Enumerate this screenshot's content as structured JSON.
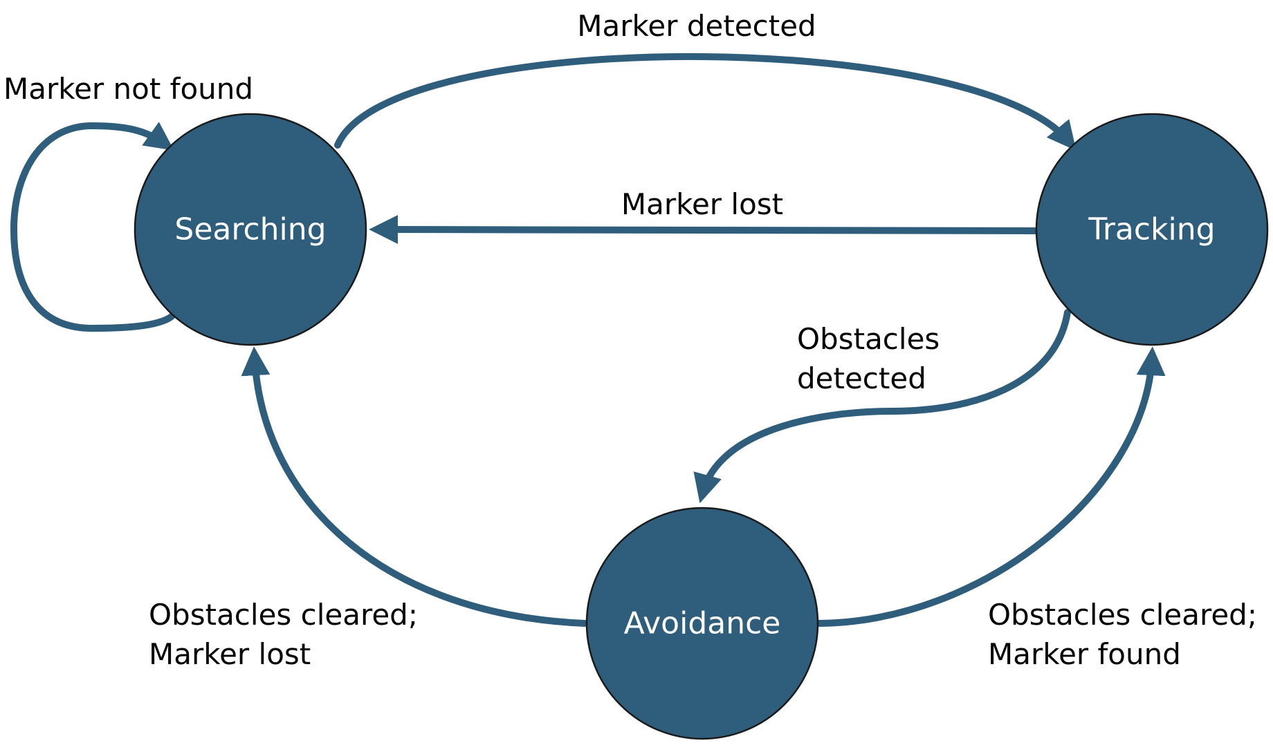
{
  "colors": {
    "node_fill": "#2f5e7d",
    "edge": "#2f5e7d",
    "node_text": "#ffffff",
    "label_text": "#000000"
  },
  "states": {
    "searching": "Searching",
    "tracking": "Tracking",
    "avoidance": "Avoidance"
  },
  "transitions": {
    "marker_detected": "Marker detected",
    "marker_not_found": "Marker not found",
    "marker_lost": "Marker lost",
    "obstacles_detected": [
      "Obstacles",
      "detected"
    ],
    "cleared_lost": [
      "Obstacles cleared;",
      "Marker lost"
    ],
    "cleared_found": [
      "Obstacles cleared;",
      "Marker found"
    ]
  }
}
